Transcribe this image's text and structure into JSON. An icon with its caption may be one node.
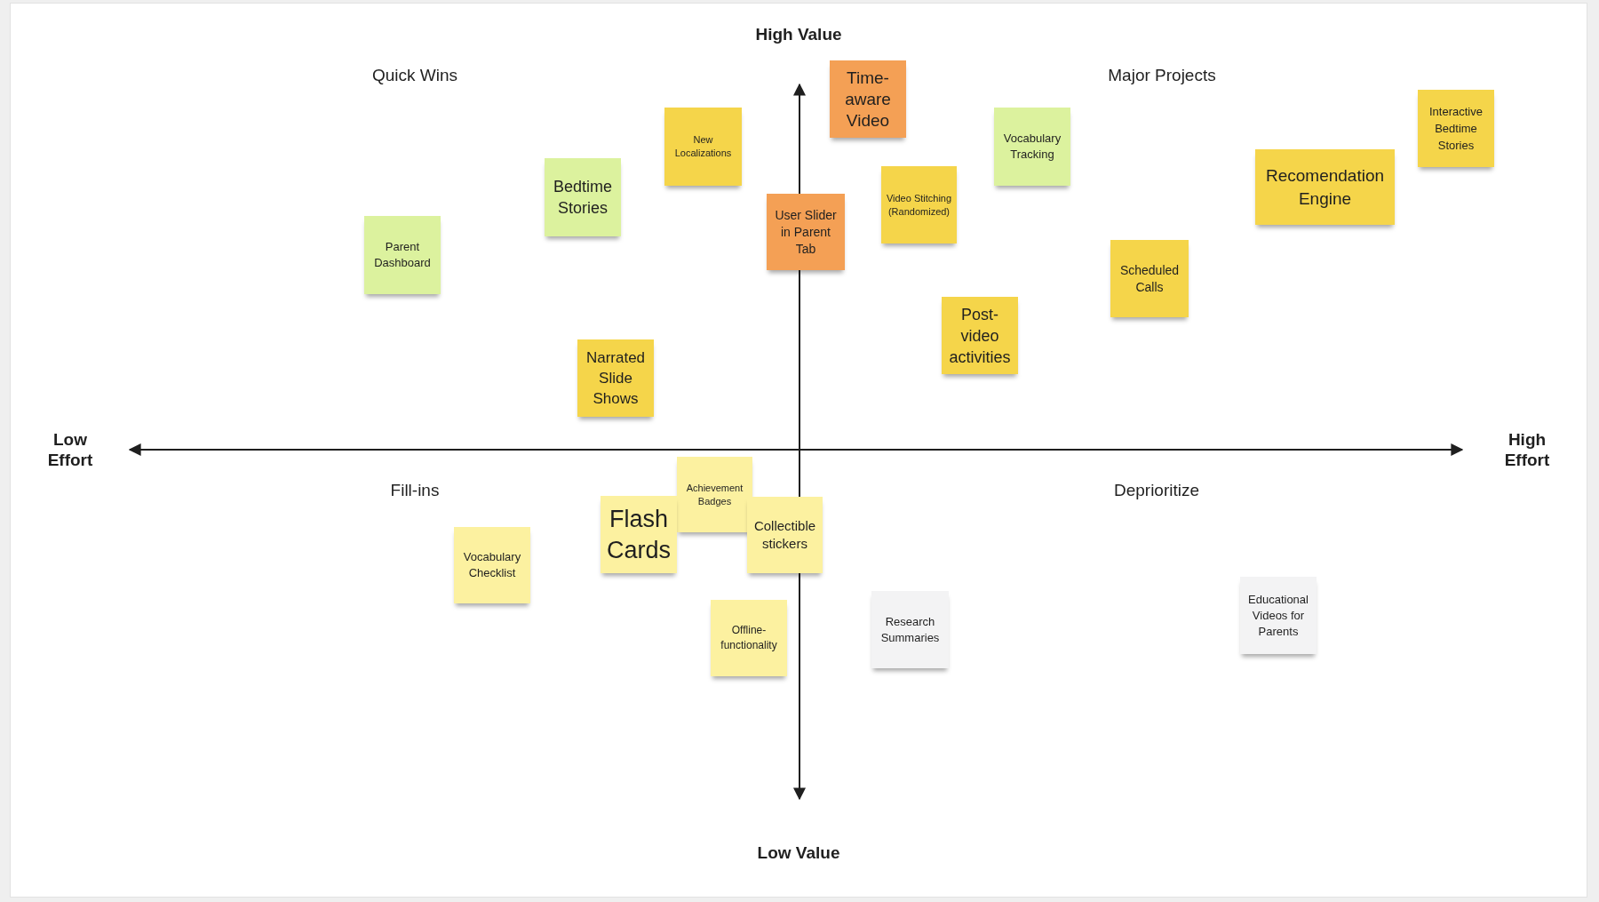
{
  "diagram": {
    "nodes": [
      {
        "text": [
          "Time-aware Video"
        ]
      },
      {
        "text": [
          "New Localizations"
        ]
      },
      {
        "text": [
          "Vocabulary Tracking"
        ]
      },
      {
        "text": [
          "Interactive Bedtime Stories"
        ]
      },
      {
        "text": [
          "Bedtime Stories"
        ]
      },
      {
        "text": [
          "User Slider in Parent Tab"
        ]
      },
      {
        "text": [
          "Video Stitching (Randomized)"
        ]
      },
      {
        "text": [
          "Recomendation Engine"
        ]
      },
      {
        "text": [
          "Parent Dashboard"
        ]
      },
      {
        "text": [
          "Scheduled Calls"
        ]
      },
      {
        "text": [
          "Post-video activities"
        ]
      },
      {
        "text": [
          "Narrated Slide Shows"
        ]
      },
      {
        "text": [
          "Achievement Badges"
        ]
      },
      {
        "text": [
          "Flash Cards"
        ]
      },
      {
        "text": [
          "Collectible stickers"
        ]
      },
      {
        "text": [
          "Vocabulary Checklist"
        ]
      },
      {
        "text": [
          "Offline-functionality"
        ]
      },
      {
        "text": [
          "Research Summaries"
        ]
      },
      {
        "text": [
          "Educational Videos for Parents"
        ]
      }
    ],
    "labels": [
      "High Value",
      "Quick Wins",
      "Major Projects",
      "Low Effort",
      "High Effort",
      "Fill-ins",
      "Deprioritize",
      "Low Value"
    ]
  }
}
